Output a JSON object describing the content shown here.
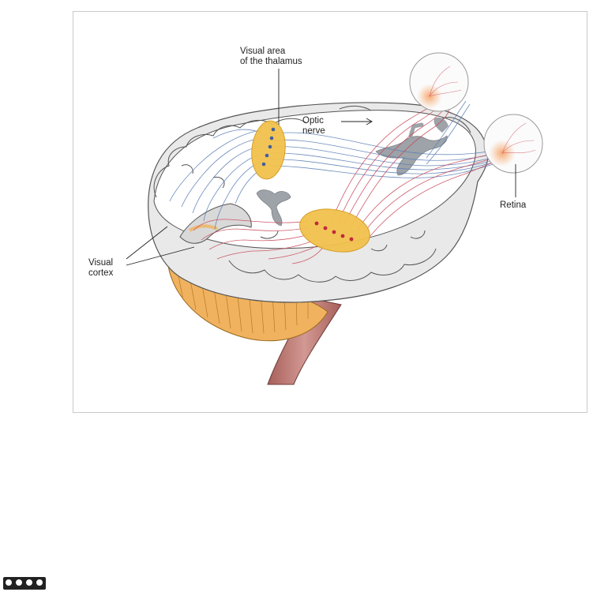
{
  "figure": {
    "labels": {
      "thalamus": [
        "Visual area",
        "of the thalamus"
      ],
      "optic": [
        "Optic",
        "nerve"
      ],
      "retina": "Retina",
      "cortex": [
        "Visual",
        "cortex"
      ]
    },
    "license_badge": "cc-by-nc-sa"
  },
  "colors": {
    "thalamus_fill": "#f2c14e",
    "thalamus_edge": "#d39a1e",
    "blue_fibers": "#5b7fb5",
    "red_fibers": "#c94a5b",
    "brain_gray": "#e6e6e6",
    "brain_edge": "#555555",
    "ventricle": "#9da3a8",
    "cerebellum": "#f0b25e",
    "brainstem": "#c07a74",
    "eye_glow": "#f7b88a"
  },
  "icons": [
    "creative-commons-icon"
  ]
}
